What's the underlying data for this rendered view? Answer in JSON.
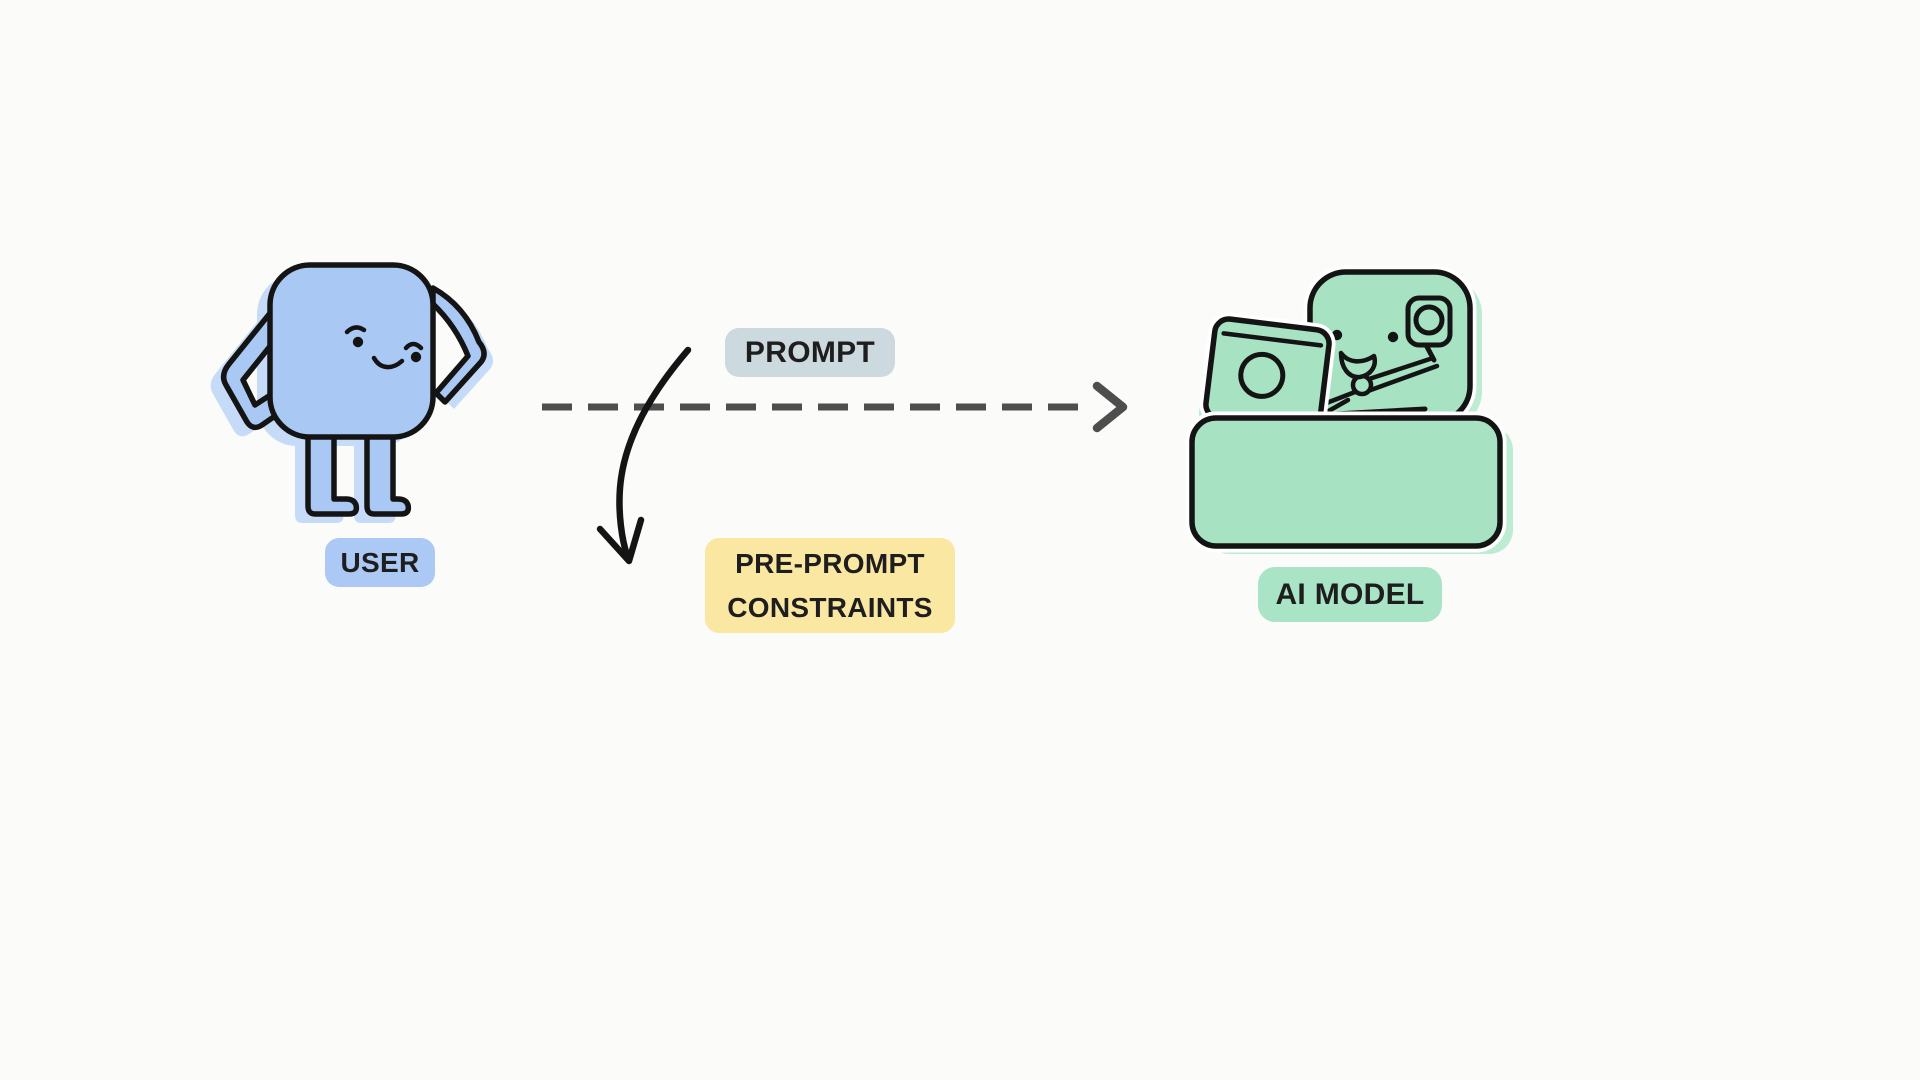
{
  "canvas": {
    "background": "#fbfbfa"
  },
  "user": {
    "label": "USER"
  },
  "ai": {
    "label": "AI MODEL"
  },
  "flow": {
    "prompt_label": "PROMPT",
    "constraints_line1": "PRE-PROMPT",
    "constraints_line2": "CONSTRAINTS"
  },
  "icons": {
    "prompt_arrow": "dashed-right-arrow",
    "constraints_arrow": "curved-down-arrow"
  },
  "colors": {
    "canvas_bg": "#fbfbfa",
    "user_body": "#a9c8f3",
    "user_shadow": "#c6dbf8",
    "user_label_bg": "#abc9f4",
    "ai_body": "#a7e2c2",
    "ai_shadow": "#bdecd3",
    "ai_label_bg": "#a8e4c5",
    "prompt_label_bg": "#ccd9df",
    "constraints_bg": "#fae7a2",
    "dashed_arrow": "#4e4e4e",
    "curved_arrow": "#141414",
    "outline": "#141414",
    "text": "#1e1e1e"
  }
}
